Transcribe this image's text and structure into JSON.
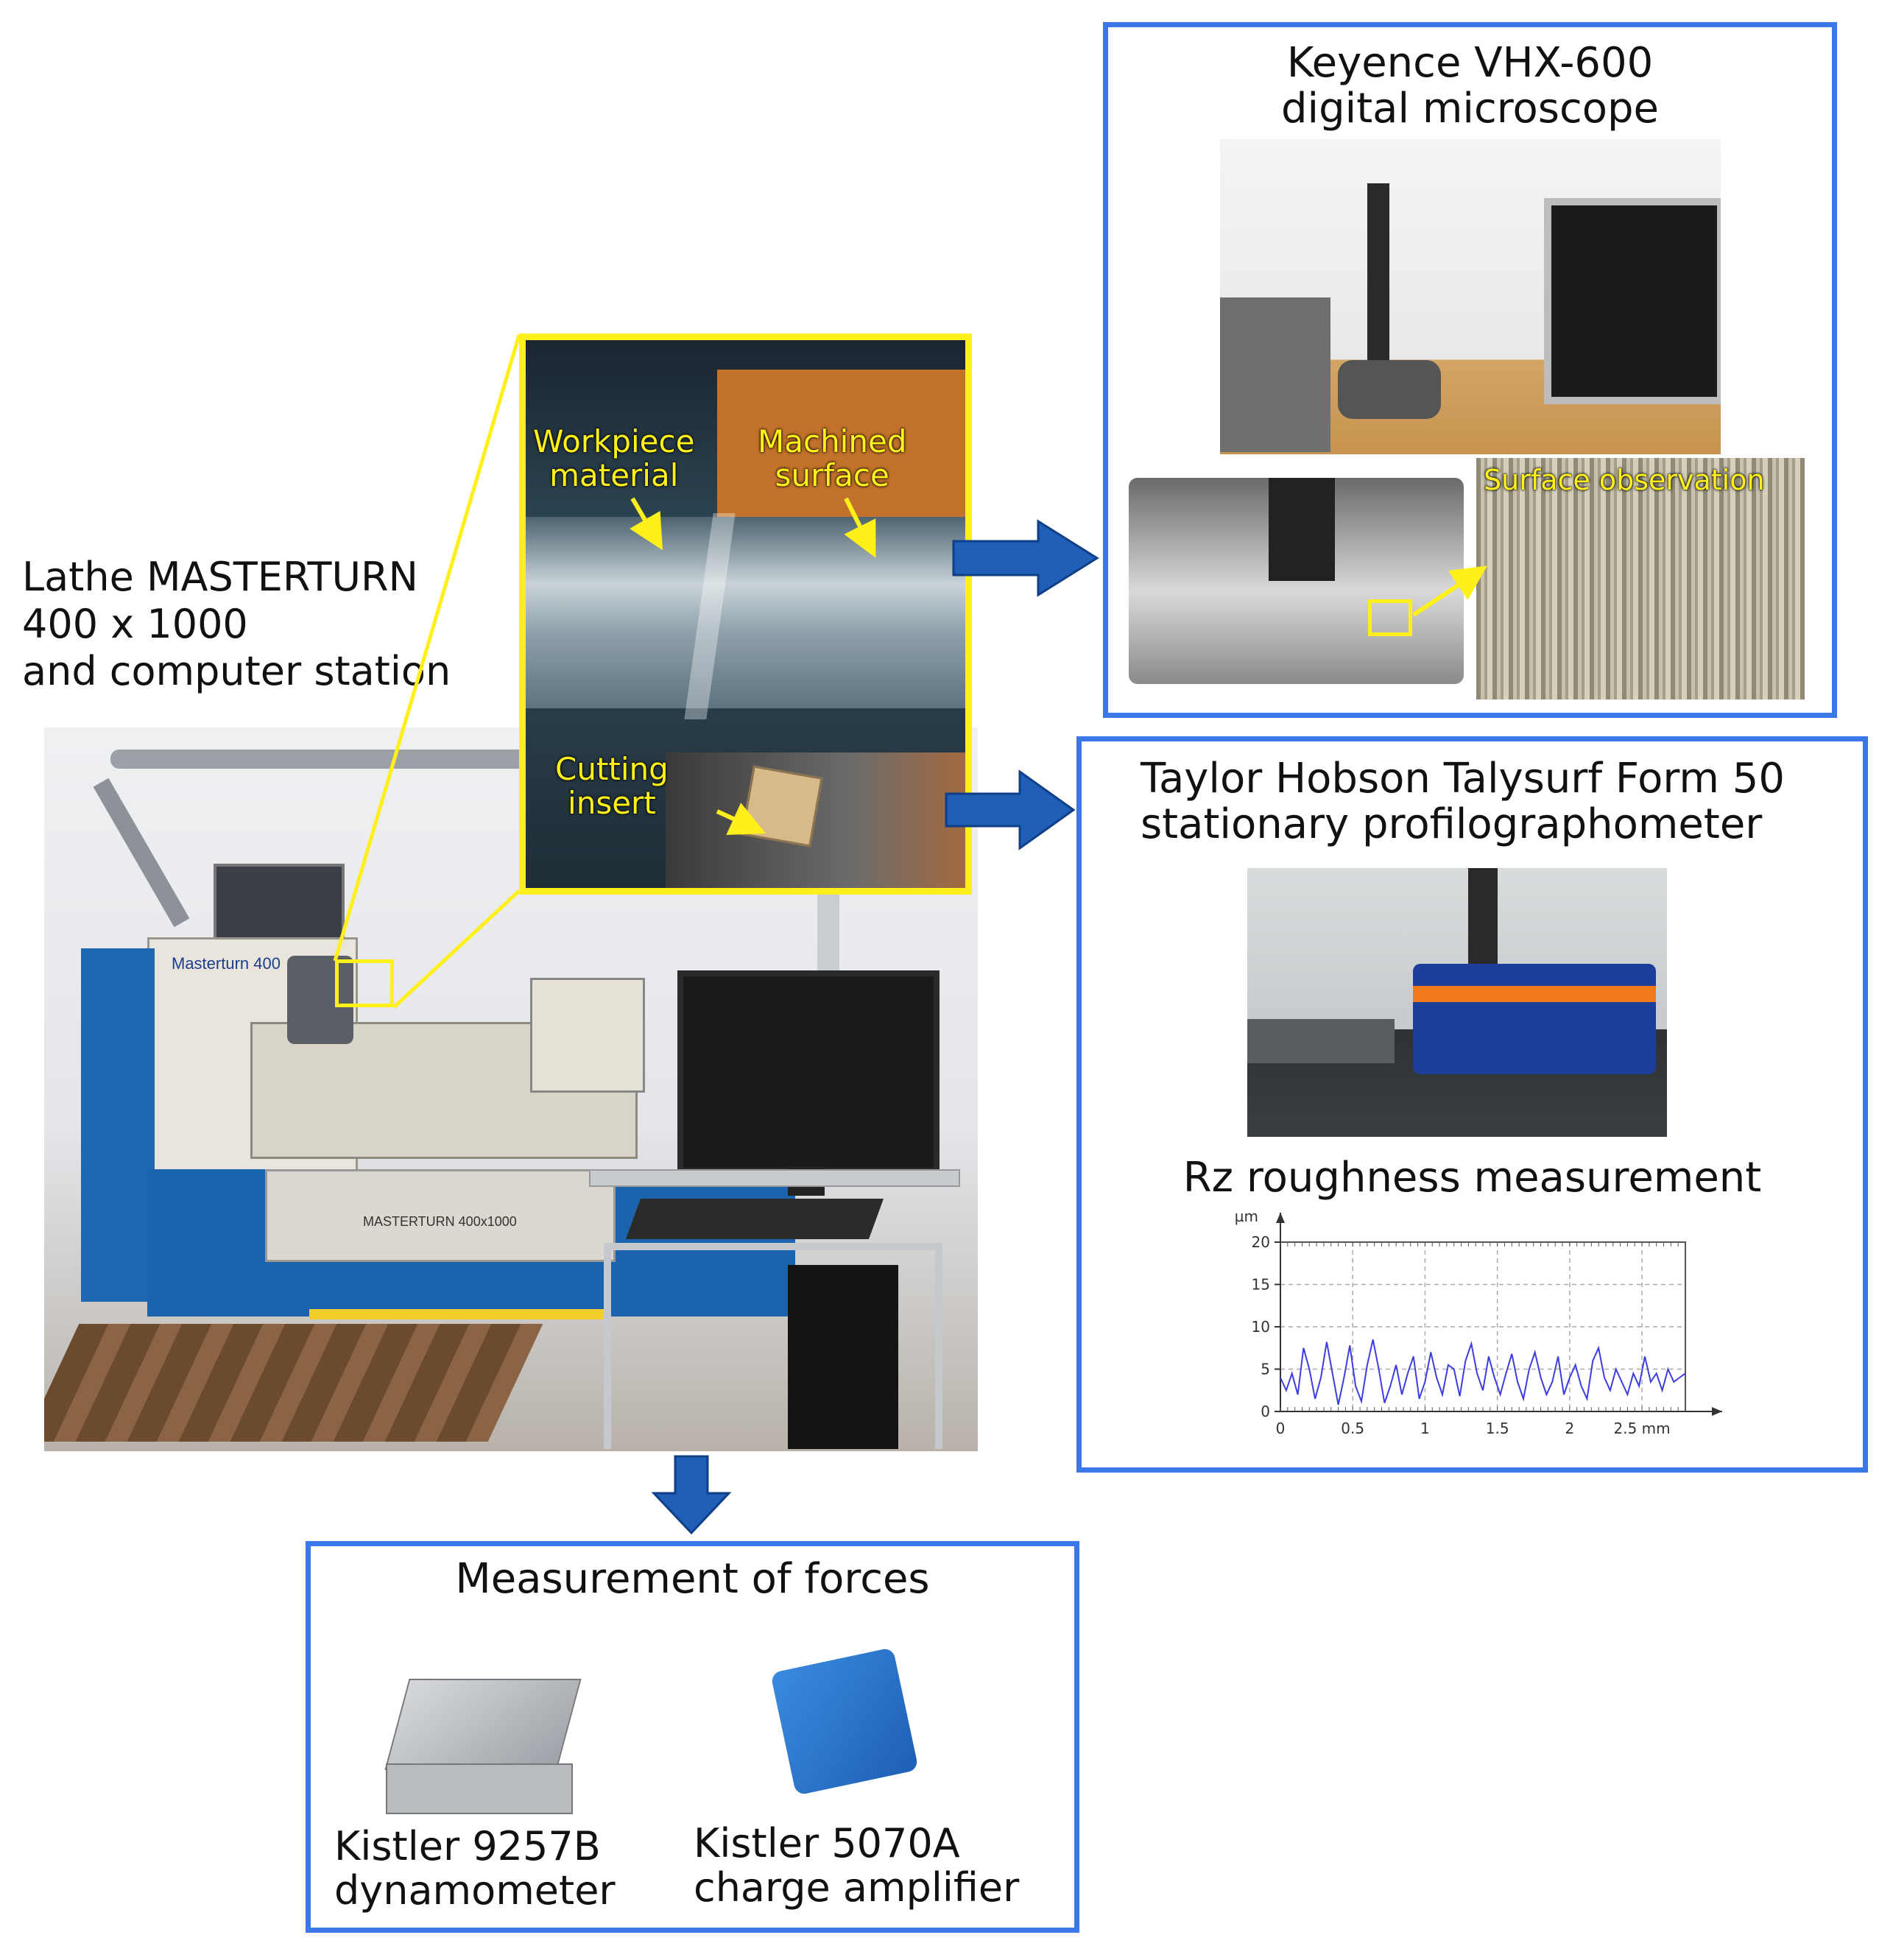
{
  "lathe": {
    "label_lines": [
      "Lathe MASTERTURN",
      "400 x 1000",
      "and computer station"
    ],
    "plate_text": "Masterturn 400",
    "bed_plate_text": "MASTERTURN 400x1000"
  },
  "zoom": {
    "workpiece_label": [
      "Workpiece",
      "material"
    ],
    "machined_label": [
      "Machined",
      "surface"
    ],
    "insert_label": [
      "Cutting",
      "insert"
    ]
  },
  "microscope": {
    "title_lines": [
      "Keyence VHX-600",
      "digital microscope"
    ],
    "observation_label": "Surface observation"
  },
  "profilometer": {
    "title_lines": [
      "Taylor Hobson Talysurf Form 50",
      "stationary profilographometer"
    ],
    "subtitle": "Rz roughness measurement"
  },
  "forces": {
    "title": "Measurement of forces",
    "dynamometer_lines": [
      "Kistler 9257B",
      "dynamometer"
    ],
    "amplifier_lines": [
      "Kistler 5070A",
      "charge amplifier"
    ]
  },
  "colors": {
    "box_border": "#3a78e7",
    "arrow": "#1f5fb8",
    "highlight": "#ffef1a",
    "profile_line": "#3d3de0"
  },
  "chart_data": {
    "type": "line",
    "ylabel": "µm",
    "xlim": [
      0,
      2.8
    ],
    "ylim": [
      0,
      20
    ],
    "x_ticks": [
      "0",
      "0.5",
      "1",
      "1.5",
      "2",
      "2.5 mm"
    ],
    "x_tick_values": [
      0,
      0.5,
      1,
      1.5,
      2,
      2.5
    ],
    "y_ticks": [
      "0",
      "5",
      "10",
      "15",
      "20"
    ],
    "y_tick_values": [
      0,
      5,
      10,
      15,
      20
    ],
    "grid": true,
    "series": [
      {
        "x": [
          0.0,
          0.04,
          0.08,
          0.12,
          0.16,
          0.2,
          0.24,
          0.28,
          0.32,
          0.36,
          0.4,
          0.44,
          0.48,
          0.52,
          0.56,
          0.6,
          0.64,
          0.68,
          0.72,
          0.76,
          0.8,
          0.84,
          0.88,
          0.92,
          0.96,
          1.0,
          1.04,
          1.08,
          1.12,
          1.16,
          1.2,
          1.24,
          1.28,
          1.32,
          1.36,
          1.4,
          1.44,
          1.48,
          1.52,
          1.56,
          1.6,
          1.64,
          1.68,
          1.72,
          1.76,
          1.8,
          1.84,
          1.88,
          1.92,
          1.96,
          2.0,
          2.04,
          2.08,
          2.12,
          2.16,
          2.2,
          2.24,
          2.28,
          2.32,
          2.36,
          2.4,
          2.44,
          2.48,
          2.52,
          2.56,
          2.6,
          2.64,
          2.68,
          2.72,
          2.76,
          2.8
        ],
        "values": [
          4.0,
          2.5,
          4.5,
          2.0,
          7.5,
          5.0,
          1.5,
          4.0,
          8.2,
          4.5,
          0.8,
          4.0,
          7.8,
          3.0,
          1.2,
          5.5,
          8.5,
          5.0,
          1.0,
          3.0,
          5.5,
          2.0,
          4.5,
          6.5,
          1.5,
          3.5,
          7.0,
          4.0,
          2.0,
          5.5,
          5.0,
          1.8,
          6.0,
          8.0,
          4.5,
          2.5,
          6.5,
          4.0,
          2.0,
          4.5,
          6.8,
          3.5,
          1.5,
          5.0,
          7.0,
          4.0,
          2.0,
          3.5,
          6.5,
          2.0,
          4.0,
          5.5,
          3.0,
          1.5,
          6.0,
          7.5,
          4.0,
          2.5,
          5.0,
          3.5,
          2.0,
          4.5,
          3.0,
          6.5,
          3.5,
          4.5,
          2.5,
          5.0,
          3.5,
          4.0,
          4.5
        ]
      }
    ]
  }
}
